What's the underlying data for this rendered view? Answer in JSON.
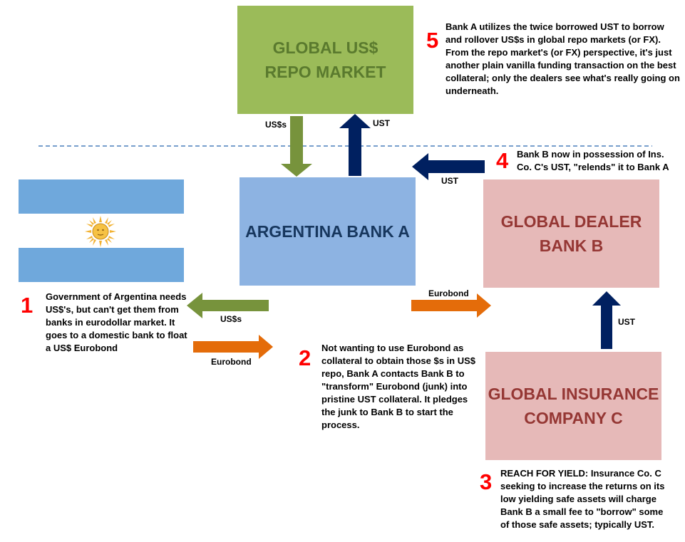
{
  "boxes": {
    "repo": "GLOBAL US$ REPO MARKET",
    "bank_a": "ARGENTINA BANK A",
    "bank_b": "GLOBAL DEALER BANK B",
    "insurer": "GLOBAL INSURANCE COMPANY C"
  },
  "steps": [
    {
      "num": "1",
      "text": "Government of Argentina needs US$'s, but can't get them from banks in eurodollar market. It goes to a domestic bank to float a US$ Eurobond"
    },
    {
      "num": "2",
      "text": "Not wanting to use Eurobond as collateral to obtain those $s in US$ repo, Bank A contacts Bank B to \"transform\" Eurobond (junk) into pristine UST collateral. It pledges the junk to Bank B to start the process."
    },
    {
      "num": "3",
      "text": "REACH FOR YIELD: Insurance Co. C seeking to increase the returns on its low yielding safe assets will charge Bank B a small fee to \"borrow\" some of those safe assets; typically UST."
    },
    {
      "num": "4",
      "text": "Bank B now in possession of Ins. Co. C's UST, \"relends\" it to Bank A"
    },
    {
      "num": "5",
      "text": "Bank A utilizes the twice borrowed UST to borrow and rollover US$s in global repo markets (or FX). From the repo market's (or FX) perspective, it's just another plain vanilla funding transaction on the best collateral; only the dealers see what's really going on underneath."
    }
  ],
  "arrow_labels": {
    "repo_usd": "US$s",
    "repo_ust": "UST",
    "b_to_a_ust": "UST",
    "a_to_gov_usd": "US$s",
    "gov_to_a_eurobond": "Eurobond",
    "a_to_b_eurobond": "Eurobond",
    "c_to_b_ust": "UST"
  },
  "colors": {
    "green_box": "#9bbb59",
    "blue_box": "#8db3e2",
    "pink_box": "#e6b9b8",
    "arrow_green": "#77933c",
    "arrow_navy": "#002060",
    "arrow_orange": "#e46c0a",
    "step_number": "#ff0000",
    "flag_blue": "#6fa8dc",
    "sun": "#f2b233"
  }
}
